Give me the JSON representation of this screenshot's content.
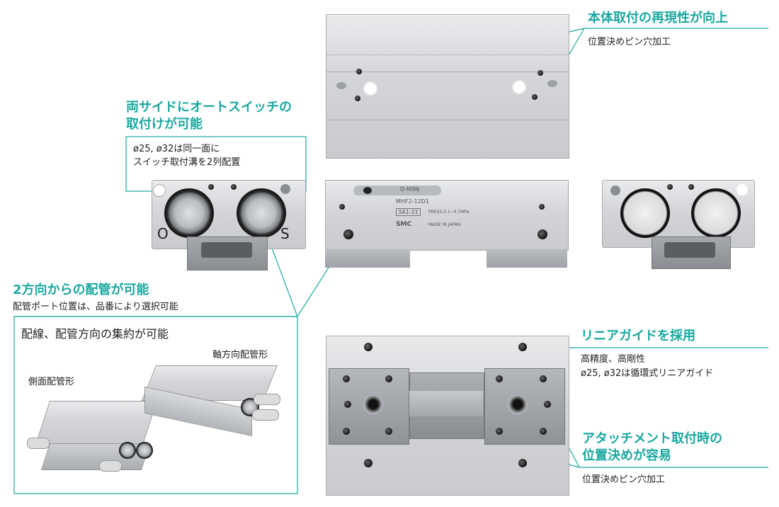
{
  "callouts": {
    "top_right": {
      "title": "本体取付の再現性が向上",
      "sub": "位置決めピン穴加工"
    },
    "auto_switch": {
      "title_line1": "両サイドにオートスイッチの",
      "title_line2": "取付けが可能",
      "note_line1": "ø25, ø32は同一面に",
      "note_line2": "スイッチ取付溝を2列配置"
    },
    "piping": {
      "title": "2方向からの配管が可能",
      "sub": "配管ポート位置は、品番により選択可能"
    },
    "piping_box": {
      "title": "配線、配管方向の集約が可能",
      "label_side": "側面配管形",
      "label_axial": "軸方向配管形"
    },
    "linear_guide": {
      "title": "リニアガイドを採用",
      "sub_line1": "高精度、高剛性",
      "sub_line2": "ø25, ø32は循環式リニアガイド"
    },
    "attachment": {
      "title_line1": "アタッチメント取付時の",
      "title_line2": "位置決めが容易",
      "sub": "位置決めピン穴加工"
    }
  },
  "product_markings": {
    "end_left_O": "O",
    "end_left_S": "S",
    "switch_label": "D-M9N",
    "model": "MHF2-12D1",
    "code": "3A1-21",
    "press": "PRESS.0.1~0.7MPa",
    "made_in": "MADE IN JAPAN",
    "brand": "SMC"
  },
  "colors": {
    "accent": "#1aa8a0",
    "metal_light": "#e0e2e4",
    "metal_dark": "#9ea2a7"
  }
}
